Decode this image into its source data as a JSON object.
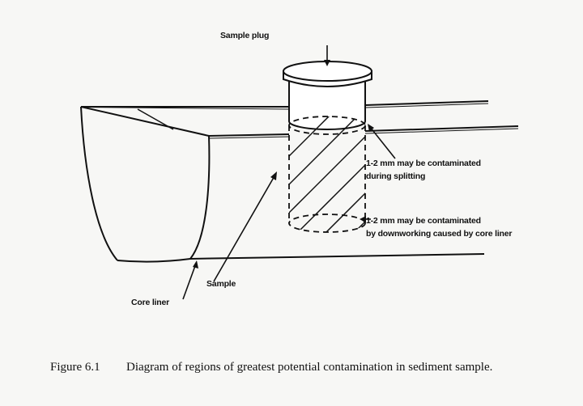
{
  "labels": {
    "sample_plug": "Sample plug",
    "contam_split_line1": "1-2 mm may be contaminated",
    "contam_split_line2": "during splitting",
    "contam_down_line1": "1-2 mm may be contaminated",
    "contam_down_line2": "by downworking caused by core liner",
    "sample": "Sample",
    "core_liner": "Core liner"
  },
  "caption": {
    "number": "Figure 6.1",
    "text": "Diagram of regions of greatest potential contamination in sediment sample."
  }
}
